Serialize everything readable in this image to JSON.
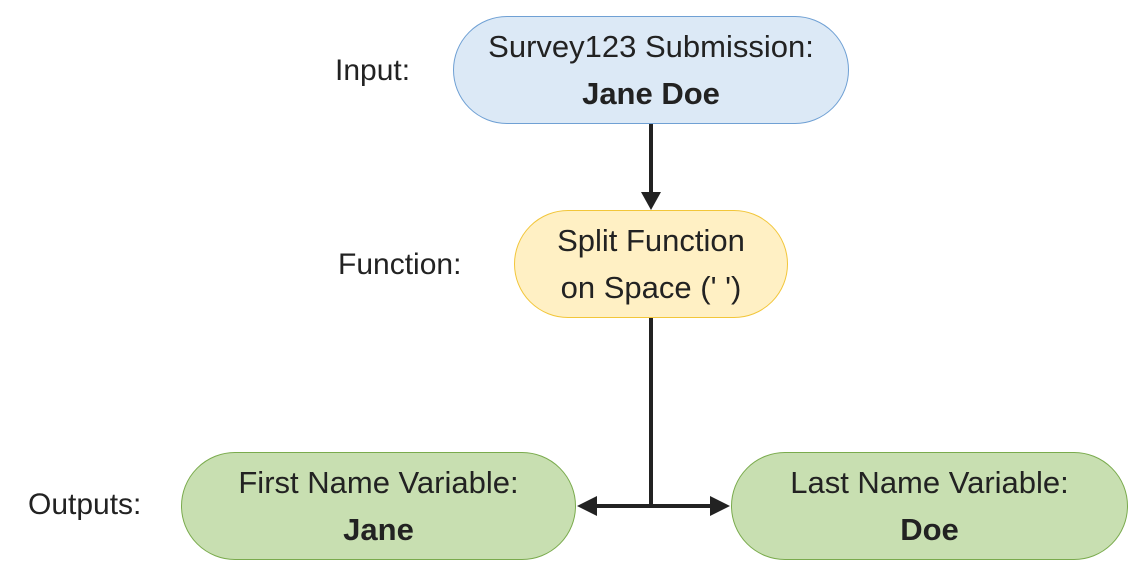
{
  "labels": {
    "input": "Input:",
    "function": "Function:",
    "outputs": "Outputs:"
  },
  "nodes": {
    "input": {
      "line1": "Survey123 Submission:",
      "line2": "Jane Doe",
      "fill": "#dce9f6",
      "border": "#6fa0d4"
    },
    "function": {
      "line1": "Split Function",
      "line2": "on Space (' ')",
      "fill": "#fff0c4",
      "border": "#f2c63a"
    },
    "first_name": {
      "line1": "First Name Variable:",
      "line2": "Jane",
      "fill": "#c8dfb1",
      "border": "#7aab4d"
    },
    "last_name": {
      "line1": "Last Name Variable:",
      "line2": "Doe",
      "fill": "#c8dfb1",
      "border": "#7aab4d"
    }
  },
  "connector_color": "#222222"
}
